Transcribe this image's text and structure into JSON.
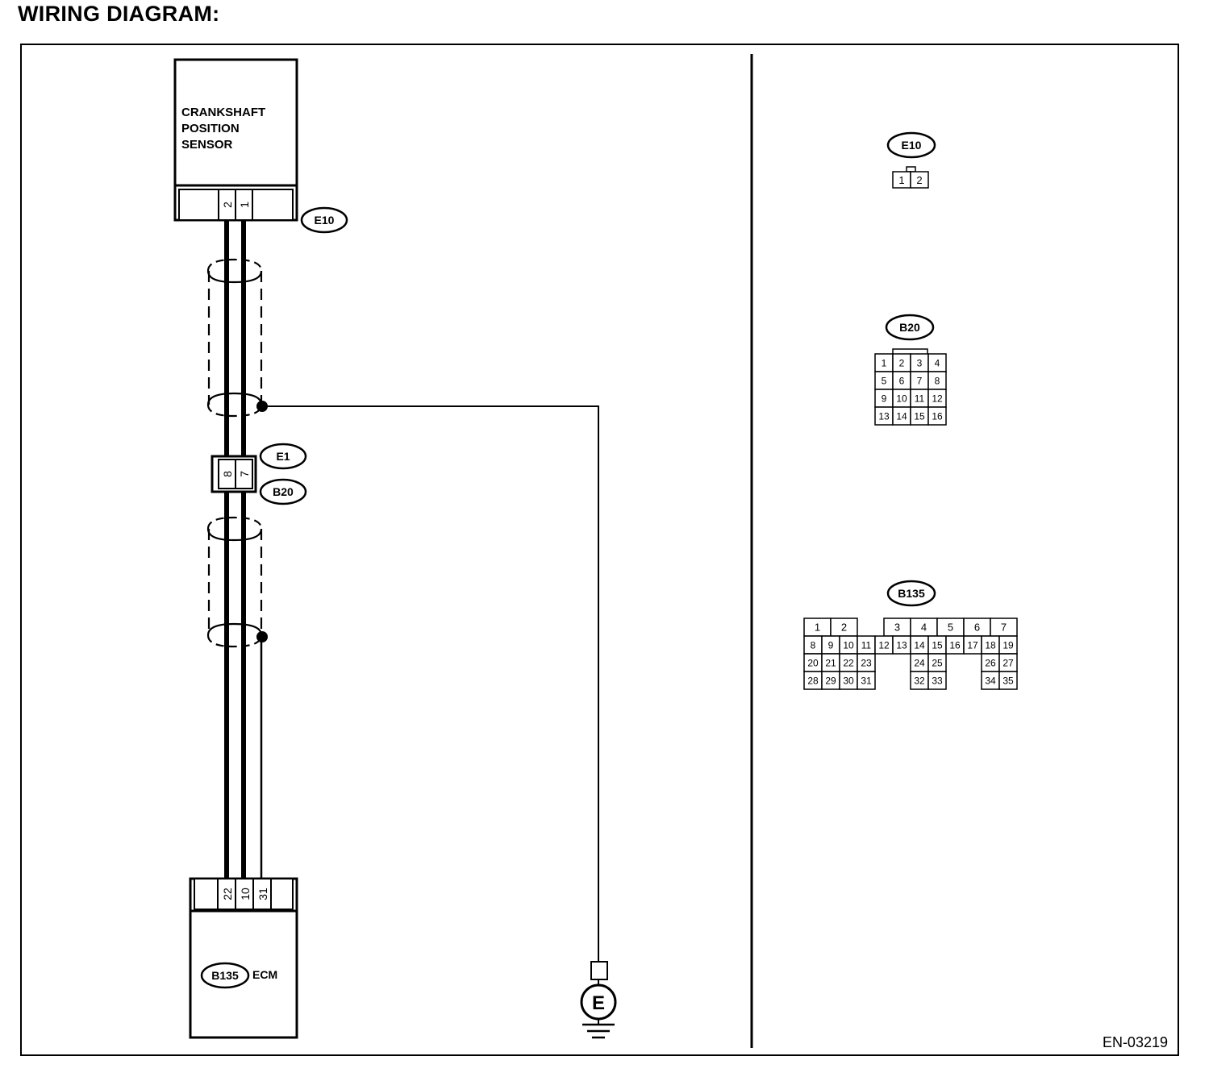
{
  "title": "WIRING DIAGRAM:",
  "sensor": {
    "lines": [
      "CRANKSHAFT",
      "POSITION",
      "SENSOR"
    ]
  },
  "ecm": {
    "label": "ECM"
  },
  "connectors": {
    "sensor_connector": {
      "id": "E10",
      "pins": [
        "2",
        "1"
      ]
    },
    "joint_upper": {
      "id": "E1"
    },
    "joint_lower": {
      "id": "B20"
    },
    "joint_pins": [
      "8",
      "7"
    ],
    "ecm_connector": {
      "id": "B135",
      "pins": [
        "22",
        "10",
        "31"
      ]
    }
  },
  "ground": {
    "symbol": "E"
  },
  "connector_views": {
    "e10": {
      "id": "E10",
      "pins": [
        "1",
        "2"
      ]
    },
    "b20": {
      "id": "B20",
      "rows": [
        [
          "1",
          "2",
          "3",
          "4"
        ],
        [
          "5",
          "6",
          "7",
          "8"
        ],
        [
          "9",
          "10",
          "11",
          "12"
        ],
        [
          "13",
          "14",
          "15",
          "16"
        ]
      ]
    },
    "b135": {
      "id": "B135",
      "top_left": [
        "1",
        "2"
      ],
      "top_right": [
        "3",
        "4",
        "5",
        "6",
        "7"
      ],
      "row2": [
        "8",
        "9",
        "10",
        "11",
        "12",
        "13",
        "14",
        "15",
        "16",
        "17",
        "18",
        "19"
      ],
      "row3_a": [
        "20",
        "21",
        "22",
        "23"
      ],
      "row3_b": [
        "24",
        "25"
      ],
      "row3_c": [
        "26",
        "27"
      ],
      "row4_a": [
        "28",
        "29",
        "30",
        "31"
      ],
      "row4_b": [
        "32",
        "33"
      ],
      "row4_c": [
        "34",
        "35"
      ]
    }
  },
  "doc_code": "EN-03219"
}
